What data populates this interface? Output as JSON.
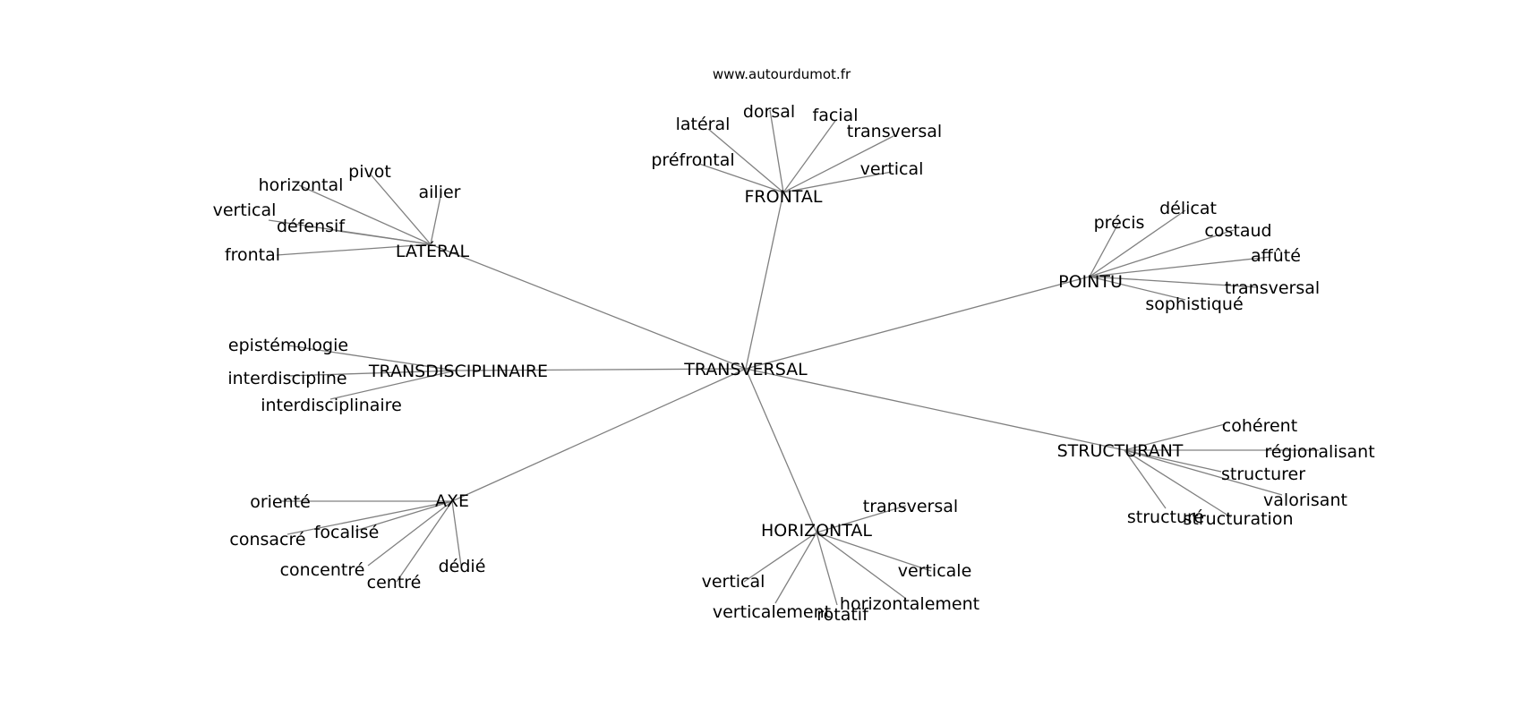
{
  "site": "www.autourdumot.fr",
  "graph": {
    "center": "TRANSVERSAL",
    "hubs": [
      {
        "label": "FRONTAL",
        "words": [
          "latéral",
          "dorsal",
          "facial",
          "transversal",
          "préfrontal",
          "vertical"
        ]
      },
      {
        "label": "LATÉRAL",
        "words": [
          "horizontal",
          "pivot",
          "ailier",
          "vertical",
          "défensif",
          "frontal"
        ]
      },
      {
        "label": "POINTU",
        "words": [
          "précis",
          "délicat",
          "costaud",
          "affûté",
          "transversal",
          "sophistiqué"
        ]
      },
      {
        "label": "TRANSDISCIPLINAIRE",
        "words": [
          "epistémologie",
          "interdiscipline",
          "interdisciplinaire"
        ]
      },
      {
        "label": "STRUCTURANT",
        "words": [
          "cohérent",
          "régionalisant",
          "structurer",
          "valorisant",
          "structuré",
          "structuration"
        ]
      },
      {
        "label": "AXE",
        "words": [
          "orienté",
          "consacré",
          "focalisé",
          "concentré",
          "centré",
          "dédié"
        ]
      },
      {
        "label": "HORIZONTAL",
        "words": [
          "transversal",
          "verticale",
          "vertical",
          "verticalement",
          "rotatif",
          "horizontalement"
        ]
      }
    ]
  }
}
